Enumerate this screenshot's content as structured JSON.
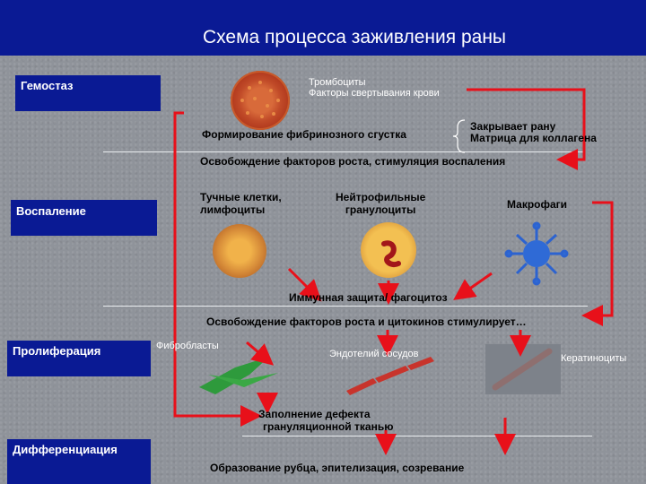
{
  "title": "Схема процесса заживления раны",
  "stages": {
    "hemostasis": "Гемостаз",
    "inflammation": "Воспаление",
    "proliferation": "Пролиферация",
    "differentiation": "Дифференциация"
  },
  "labels": {
    "platelets_line1": "Тромбоциты",
    "platelets_line2": "Факторы свертывания крови",
    "fibrin_clot": "Формирование фибринозного сгустка",
    "closes_wound_line1": "Закрывает рану",
    "closes_wound_line2": "Матрица для коллагена",
    "growth_factors_inflammation": "Освобождение факторов роста, стимуляция воспаления",
    "mast_cells_line1": "Тучные клетки,",
    "mast_cells_line2": "лимфоциты",
    "neutrophils_line1": "Нейтрофильные",
    "neutrophils_line2": "гранулоциты",
    "macrophages": "Макрофаги",
    "immune_defense": "Иммунная защита/ фагоцитоз",
    "growth_factors_cytokines": "Освобождение факторов роста и цитокинов стимулирует…",
    "fibroblasts": "Фибробласты",
    "endothelium": "Эндотелий сосудов",
    "keratinocytes": "Кератиноциты",
    "granulation_line1": "Заполнение дефекта",
    "granulation_line2": "грануляционной тканью",
    "final": "Образование рубца, эпителизация, созревание"
  },
  "colors": {
    "header": "#0a1a94",
    "arrow": "#e8101a"
  }
}
